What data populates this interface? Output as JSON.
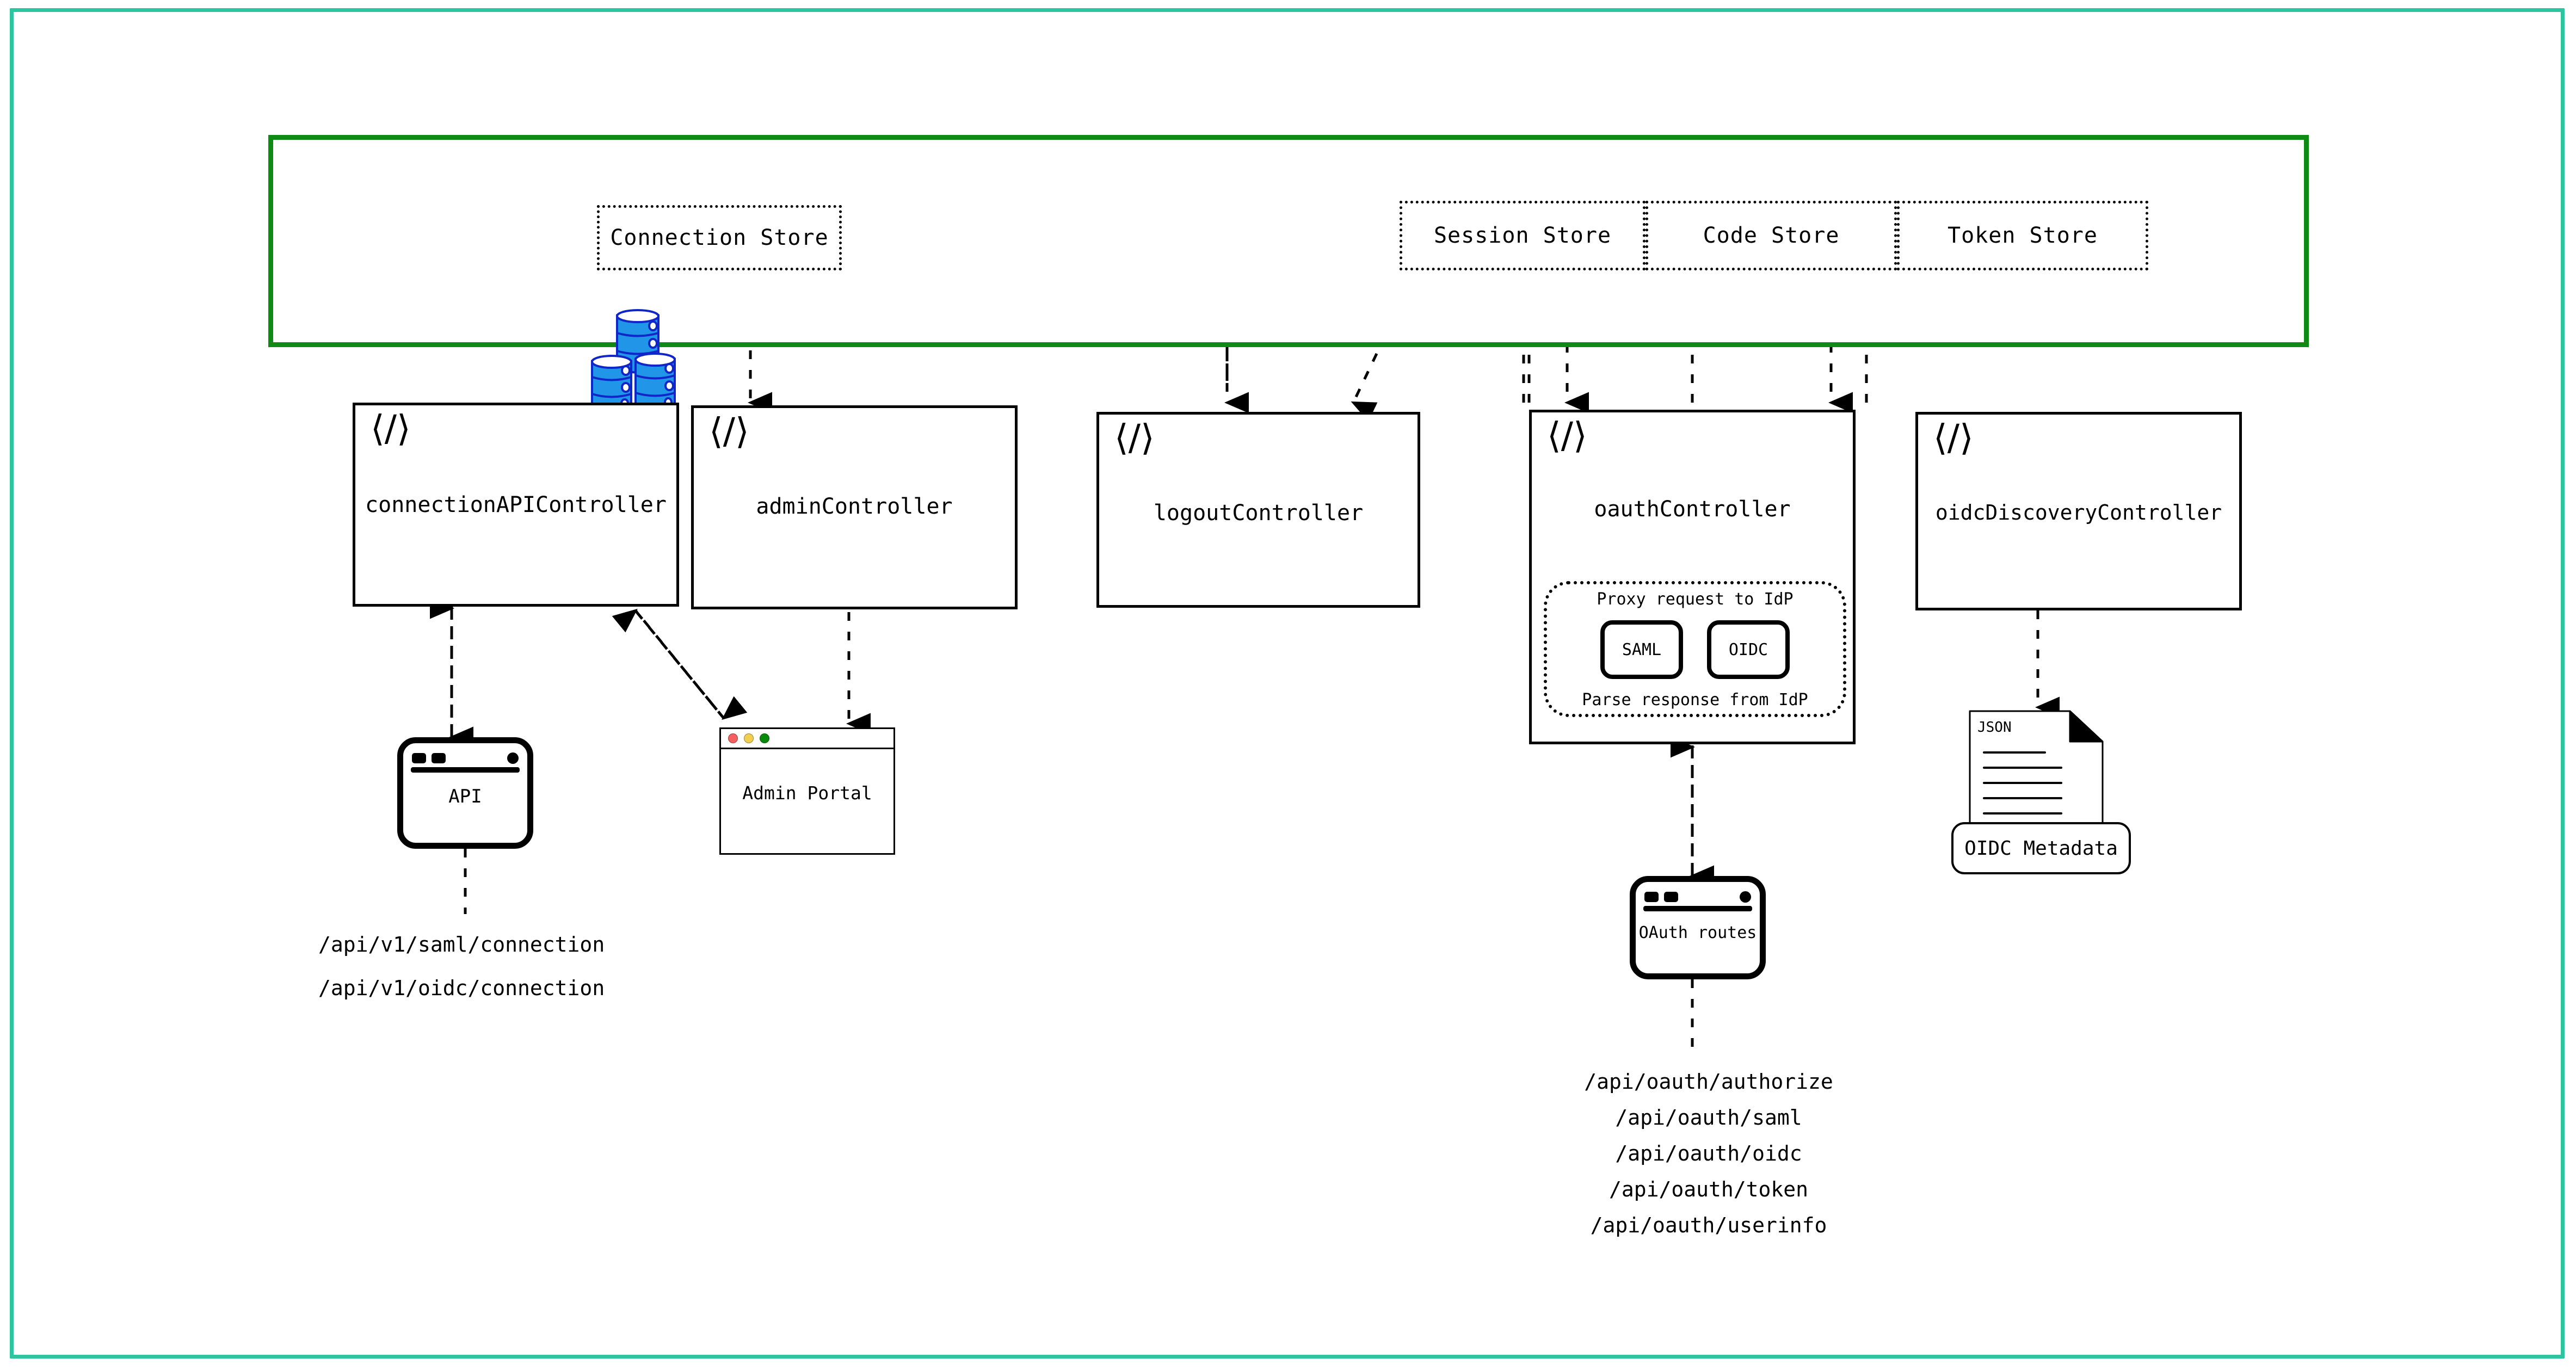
{
  "frame": {
    "outer_border_color": "#2ec4a0",
    "store_container_color": "#0f8a14"
  },
  "stores": [
    {
      "id": "connection-store",
      "label": "Connection Store"
    },
    {
      "id": "session-store",
      "label": "Session Store"
    },
    {
      "id": "code-store",
      "label": "Code Store"
    },
    {
      "id": "token-store",
      "label": "Token Store"
    }
  ],
  "controllers": [
    {
      "id": "connection-api-controller",
      "label": "connectionAPIController",
      "icon": "code-icon"
    },
    {
      "id": "admin-controller",
      "label": "adminController",
      "icon": "code-icon"
    },
    {
      "id": "logout-controller",
      "label": "logoutController",
      "icon": "code-icon"
    },
    {
      "id": "oauth-controller",
      "label": "oauthController",
      "icon": "code-icon"
    },
    {
      "id": "oidc-discovery-controller",
      "label": "oidcDiscoveryController",
      "icon": "code-icon"
    }
  ],
  "oauth_inner": {
    "top_text": "Proxy request to IdP",
    "bottom_text": "Parse response from IdP",
    "protocols": [
      {
        "id": "saml",
        "label": "SAML"
      },
      {
        "id": "oidc",
        "label": "OIDC"
      }
    ]
  },
  "nodes": {
    "api": {
      "label": "API"
    },
    "admin_portal": {
      "label": "Admin Portal",
      "traffic_lights": [
        "#f4605f",
        "#f0ce50",
        "#0a8a0a"
      ]
    },
    "oauth_routes": {
      "label": "OAuth routes"
    },
    "oidc_metadata": {
      "doc_tag": "JSON",
      "label": "OIDC Metadata"
    }
  },
  "endpoints": {
    "api": [
      "/api/v1/saml/connection",
      "/api/v1/oidc/connection"
    ],
    "oauth": [
      "/api/oauth/authorize",
      "/api/oauth/saml",
      "/api/oauth/oidc",
      "/api/oauth/token",
      "/api/oauth/userinfo"
    ]
  }
}
